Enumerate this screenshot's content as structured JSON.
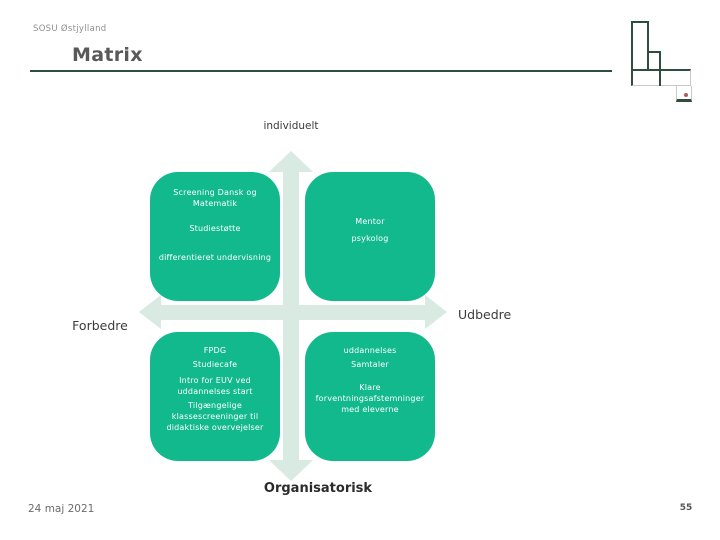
{
  "slide": {
    "brand": "SOSU Østjylland",
    "title": "Matrix",
    "date": "24 maj 2021",
    "page_number": "55"
  },
  "matrix": {
    "axis_top": "individuelt",
    "axis_bottom": "Organisatorisk",
    "axis_left": "Forbedre",
    "axis_right": "Udbedre",
    "quadrants": {
      "top_left": {
        "items": [
          "Screening Dansk og Matematik",
          "Studiestøtte",
          "differentieret undervisning"
        ]
      },
      "top_right": {
        "items": [
          "Mentor",
          "psykolog"
        ]
      },
      "bottom_left": {
        "items": [
          "FPDG",
          "Studiecafe",
          "Intro for EUV ved uddannelses start",
          "Tilgængelige klassescreeninger til didaktiske overvejelser"
        ]
      },
      "bottom_right": {
        "items": [
          "uddannelses",
          "Samtaler",
          "Klare forventningsafstemninger med eleverne"
        ]
      }
    }
  },
  "colors": {
    "quadrant_green": "#11B98D",
    "arrow_pale_green": "#D8EAE2",
    "title_gray": "#595959",
    "rule_dark_green": "#2E4D3F",
    "logo_red_dot": "#A85F5F"
  }
}
